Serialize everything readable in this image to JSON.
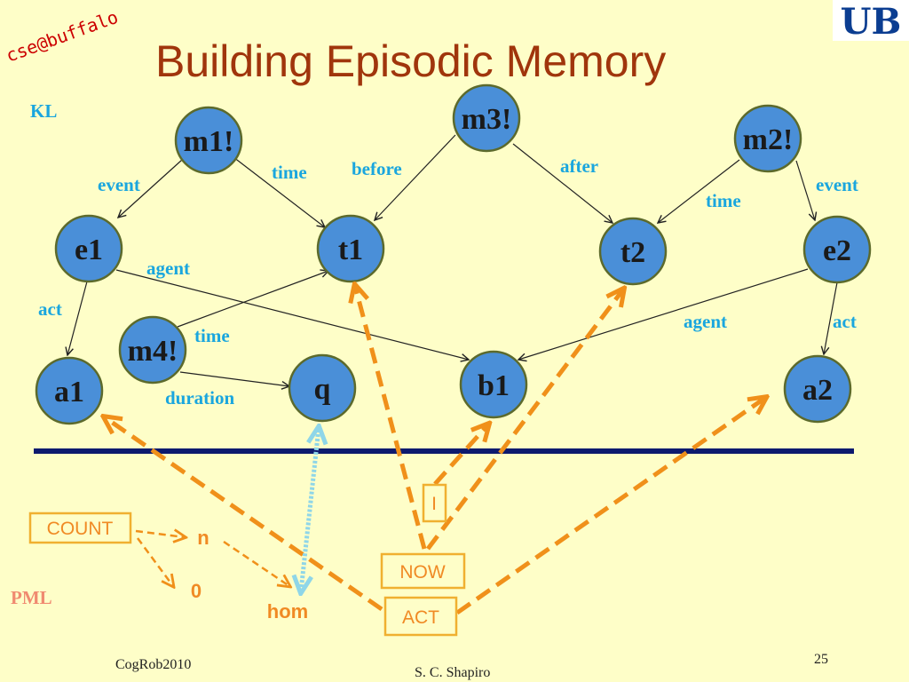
{
  "slide": {
    "title": "Building Episodic Memory",
    "brand_tag": "cse@buffalo",
    "logo_text": "UB",
    "kl_label": "KL",
    "pml_label": "PML",
    "footer_left": "CogRob2010",
    "footer_center": "S. C. Shapiro",
    "page_number": "25"
  },
  "nodes": {
    "m1": "m1!",
    "m2": "m2!",
    "m3": "m3!",
    "m4": "m4!",
    "e1": "e1",
    "e2": "e2",
    "t1": "t1",
    "t2": "t2",
    "a1": "a1",
    "a2": "a2",
    "b1": "b1",
    "q": "q"
  },
  "edge_labels": {
    "m1_event": "event",
    "m1_time": "time",
    "m3_before": "before",
    "m3_after": "after",
    "m2_time": "time",
    "m2_event": "event",
    "e1_agent": "agent",
    "e1_act": "act",
    "m4_time": "time",
    "m4_duration": "duration",
    "e2_agent": "agent",
    "e2_act": "act"
  },
  "pml": {
    "count": "COUNT",
    "n": "n",
    "zero": "0",
    "hom": "hom",
    "i": "I",
    "now": "NOW",
    "act": "ACT"
  },
  "colors": {
    "background": "#fefec8",
    "title": "#a0350c",
    "node_fill": "#4a8fd8",
    "edge_label": "#1aa6de",
    "pml_orange": "#f08a24",
    "divider": "#0d1a6e"
  }
}
